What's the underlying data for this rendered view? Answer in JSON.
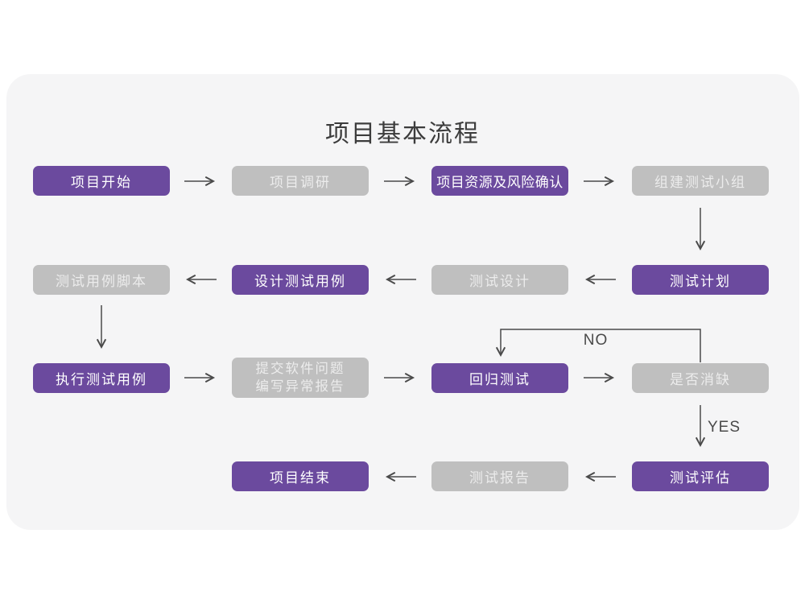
{
  "title": "项目基本流程",
  "colors": {
    "purple": "#6b4a9e",
    "gray": "#bfbfbf",
    "card_bg": "#f5f5f6",
    "page_bg": "#ffffff",
    "arrow": "#4a4a4a",
    "title_text": "#3c3c3c"
  },
  "branch_labels": {
    "no": "NO",
    "yes": "YES"
  },
  "nodes": [
    {
      "id": "project-start",
      "label": "项目开始",
      "variant": "purple"
    },
    {
      "id": "project-research",
      "label": "项目调研",
      "variant": "gray"
    },
    {
      "id": "resource-risk",
      "label": "项目资源及风险确认",
      "variant": "purple"
    },
    {
      "id": "build-test-team",
      "label": "组建测试小组",
      "variant": "gray"
    },
    {
      "id": "test-case-script",
      "label": "测试用例脚本",
      "variant": "gray"
    },
    {
      "id": "design-test-case",
      "label": "设计测试用例",
      "variant": "purple"
    },
    {
      "id": "test-design",
      "label": "测试设计",
      "variant": "gray"
    },
    {
      "id": "test-plan",
      "label": "测试计划",
      "variant": "purple"
    },
    {
      "id": "execute-test-case",
      "label": "执行测试用例",
      "variant": "purple"
    },
    {
      "id": "submit-issue-report",
      "label": "提交软件问题",
      "label2": "编写异常报告",
      "variant": "gray"
    },
    {
      "id": "regression-test",
      "label": "回归测试",
      "variant": "purple"
    },
    {
      "id": "defect-cleared",
      "label": "是否消缺",
      "variant": "gray"
    },
    {
      "id": "project-end",
      "label": "项目结束",
      "variant": "purple"
    },
    {
      "id": "test-report",
      "label": "测试报告",
      "variant": "gray"
    },
    {
      "id": "test-evaluation",
      "label": "测试评估",
      "variant": "purple"
    }
  ]
}
